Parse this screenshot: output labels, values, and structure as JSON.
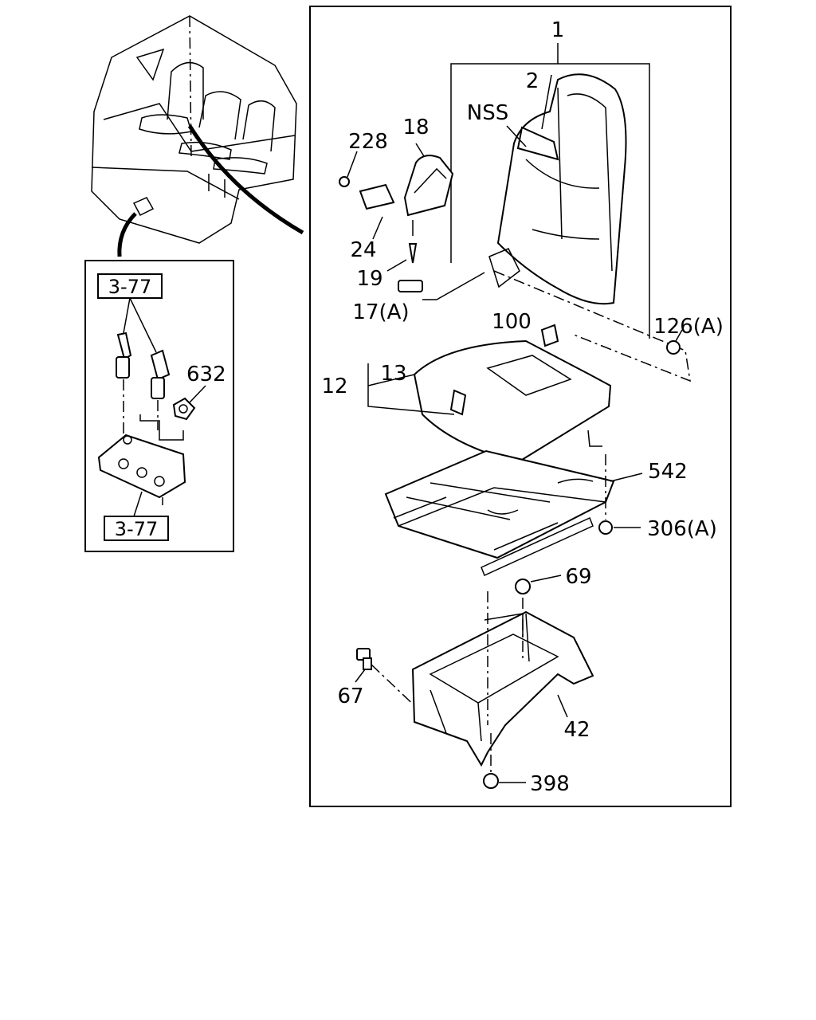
{
  "diagram": {
    "callouts": {
      "c1": "1",
      "c2": "2",
      "nss": "NSS",
      "c18": "18",
      "c228": "228",
      "c24": "24",
      "c19": "19",
      "c17a": "17(A)",
      "c126a": "126(A)",
      "c100": "100",
      "c13": "13",
      "c12": "12",
      "c542": "542",
      "c306a": "306(A)",
      "c69": "69",
      "c67": "67",
      "c42": "42",
      "c398": "398",
      "c632": "632"
    },
    "refs": {
      "top": "3-77",
      "bottom": "3-77"
    }
  }
}
